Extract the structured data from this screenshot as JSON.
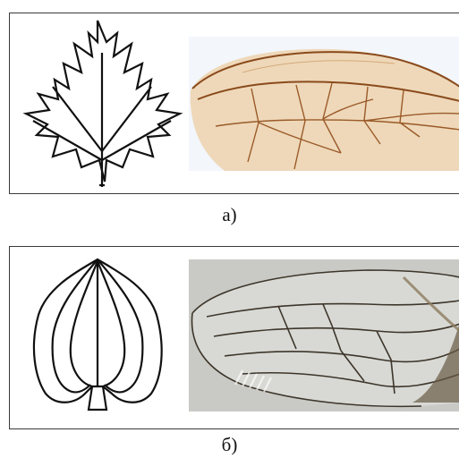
{
  "figure": {
    "panels": [
      {
        "caption": "а)",
        "leaf_shape": "maple-leaf-icon",
        "wing_type": "amber-insect-wing"
      },
      {
        "caption": "б)",
        "leaf_shape": "heart-leaf-icon",
        "wing_type": "clear-insect-wing"
      }
    ]
  },
  "colors": {
    "border": "#3a3a3a",
    "wing_a_tint": "#e8c9a3",
    "wing_a_vein": "#8a4a1c",
    "wing_b_bg": "#c9cac6",
    "wing_b_vein": "#4a3f2c"
  }
}
